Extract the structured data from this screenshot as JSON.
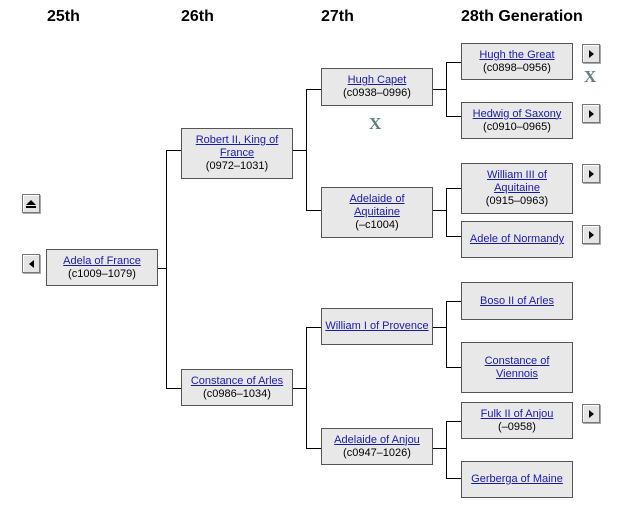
{
  "headers": {
    "g25": "25th",
    "g26": "26th",
    "g27": "27th",
    "g28": "28th Generation"
  },
  "persons": {
    "adela": {
      "name": "Adela of France",
      "dates": "(c1009–1079)"
    },
    "robert": {
      "name": "Robert II, King of France",
      "dates": "(0972–1031)"
    },
    "constance_arles": {
      "name": "Constance of Arles",
      "dates": "(c0986–1034)"
    },
    "hugh_capet": {
      "name": "Hugh Capet",
      "dates": "(c0938–0996)"
    },
    "adelaide_aquitaine": {
      "name": "Adelaide of Aquitaine",
      "dates": "(–c1004)"
    },
    "william_provence": {
      "name": "William I of Provence",
      "dates": ""
    },
    "adelaide_anjou": {
      "name": "Adelaide of Anjou",
      "dates": "(c0947–1026)"
    },
    "hugh_great": {
      "name": "Hugh the Great",
      "dates": "(c0898–0956)"
    },
    "hedwig": {
      "name": "Hedwig of Saxony",
      "dates": "(c0910–0965)"
    },
    "william_aquitaine": {
      "name": "William III of Aquitaine",
      "dates": "(0915–0963)"
    },
    "adele_normandy": {
      "name": "Adele of Normandy",
      "dates": ""
    },
    "boso": {
      "name": "Boso II of Arles",
      "dates": ""
    },
    "constance_viennois": {
      "name": "Constance of Viennois",
      "dates": ""
    },
    "fulk": {
      "name": "Fulk II of Anjou",
      "dates": "(–0958)"
    },
    "gerberga": {
      "name": "Gerberga of Maine",
      "dates": ""
    }
  },
  "marks": {
    "x": "X"
  },
  "icons": {
    "expand": "triangle-right-icon",
    "back": "triangle-left-icon",
    "up": "eject-icon",
    "remove": "x-icon"
  },
  "colors": {
    "link": "#1a1aaa",
    "box_bg": "#e8e8e8",
    "x_mark": "#5f7f7f"
  }
}
